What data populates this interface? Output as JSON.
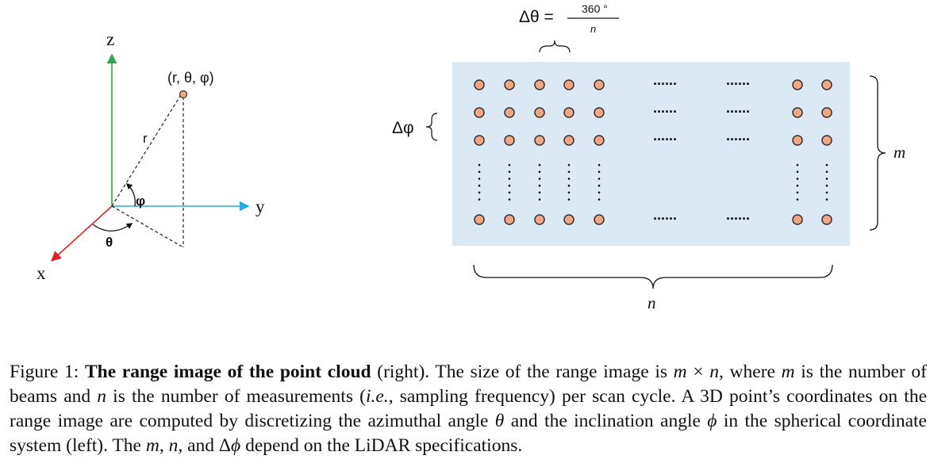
{
  "left_diagram": {
    "axis_z": "z",
    "axis_y": "y",
    "axis_x": "x",
    "point_label": "(r, θ, φ)",
    "radius_label": "r",
    "phi_label": "φ",
    "theta_label": "θ",
    "colors": {
      "z_axis": "#2ca84a",
      "y_axis": "#29abe2",
      "x_axis": "#e02020",
      "point": "#f4a582"
    }
  },
  "right_diagram": {
    "delta_theta_label": "Δθ =",
    "delta_theta_numerator": "360 °",
    "delta_theta_denominator": "n",
    "delta_phi_label": "Δφ",
    "m_label": "m",
    "n_label": "n",
    "ellipsis": "......",
    "colors": {
      "grid_background": "#dbe9f5",
      "point_fill": "#f4a582",
      "point_stroke": "#333333"
    }
  },
  "caption": {
    "figure_number": "Figure 1:",
    "bold_title": "The range image of the point cloud",
    "part1": " (right). The size of the range image is ",
    "math_m1": "m",
    "times": " × ",
    "math_n1": "n",
    "part2": ", where ",
    "math_m2": "m",
    "part3": " is the number of beams and ",
    "math_n2": "n",
    "part4": " is the number of measurements (",
    "ie": "i.e.",
    "part5": ", sampling frequency) per scan cycle. A 3D point’s coordinates on the range image are computed by discretizing the azimuthal angle ",
    "math_theta": "θ",
    "part6": " and the inclination angle ",
    "math_phi": "ϕ",
    "part7": " in the spherical coordinate system (left). The ",
    "math_m3": "m",
    "sep1": ", ",
    "math_n3": "n",
    "part8": ", and Δ",
    "math_phi2": "ϕ",
    "part9": " depend on the LiDAR specifications."
  }
}
